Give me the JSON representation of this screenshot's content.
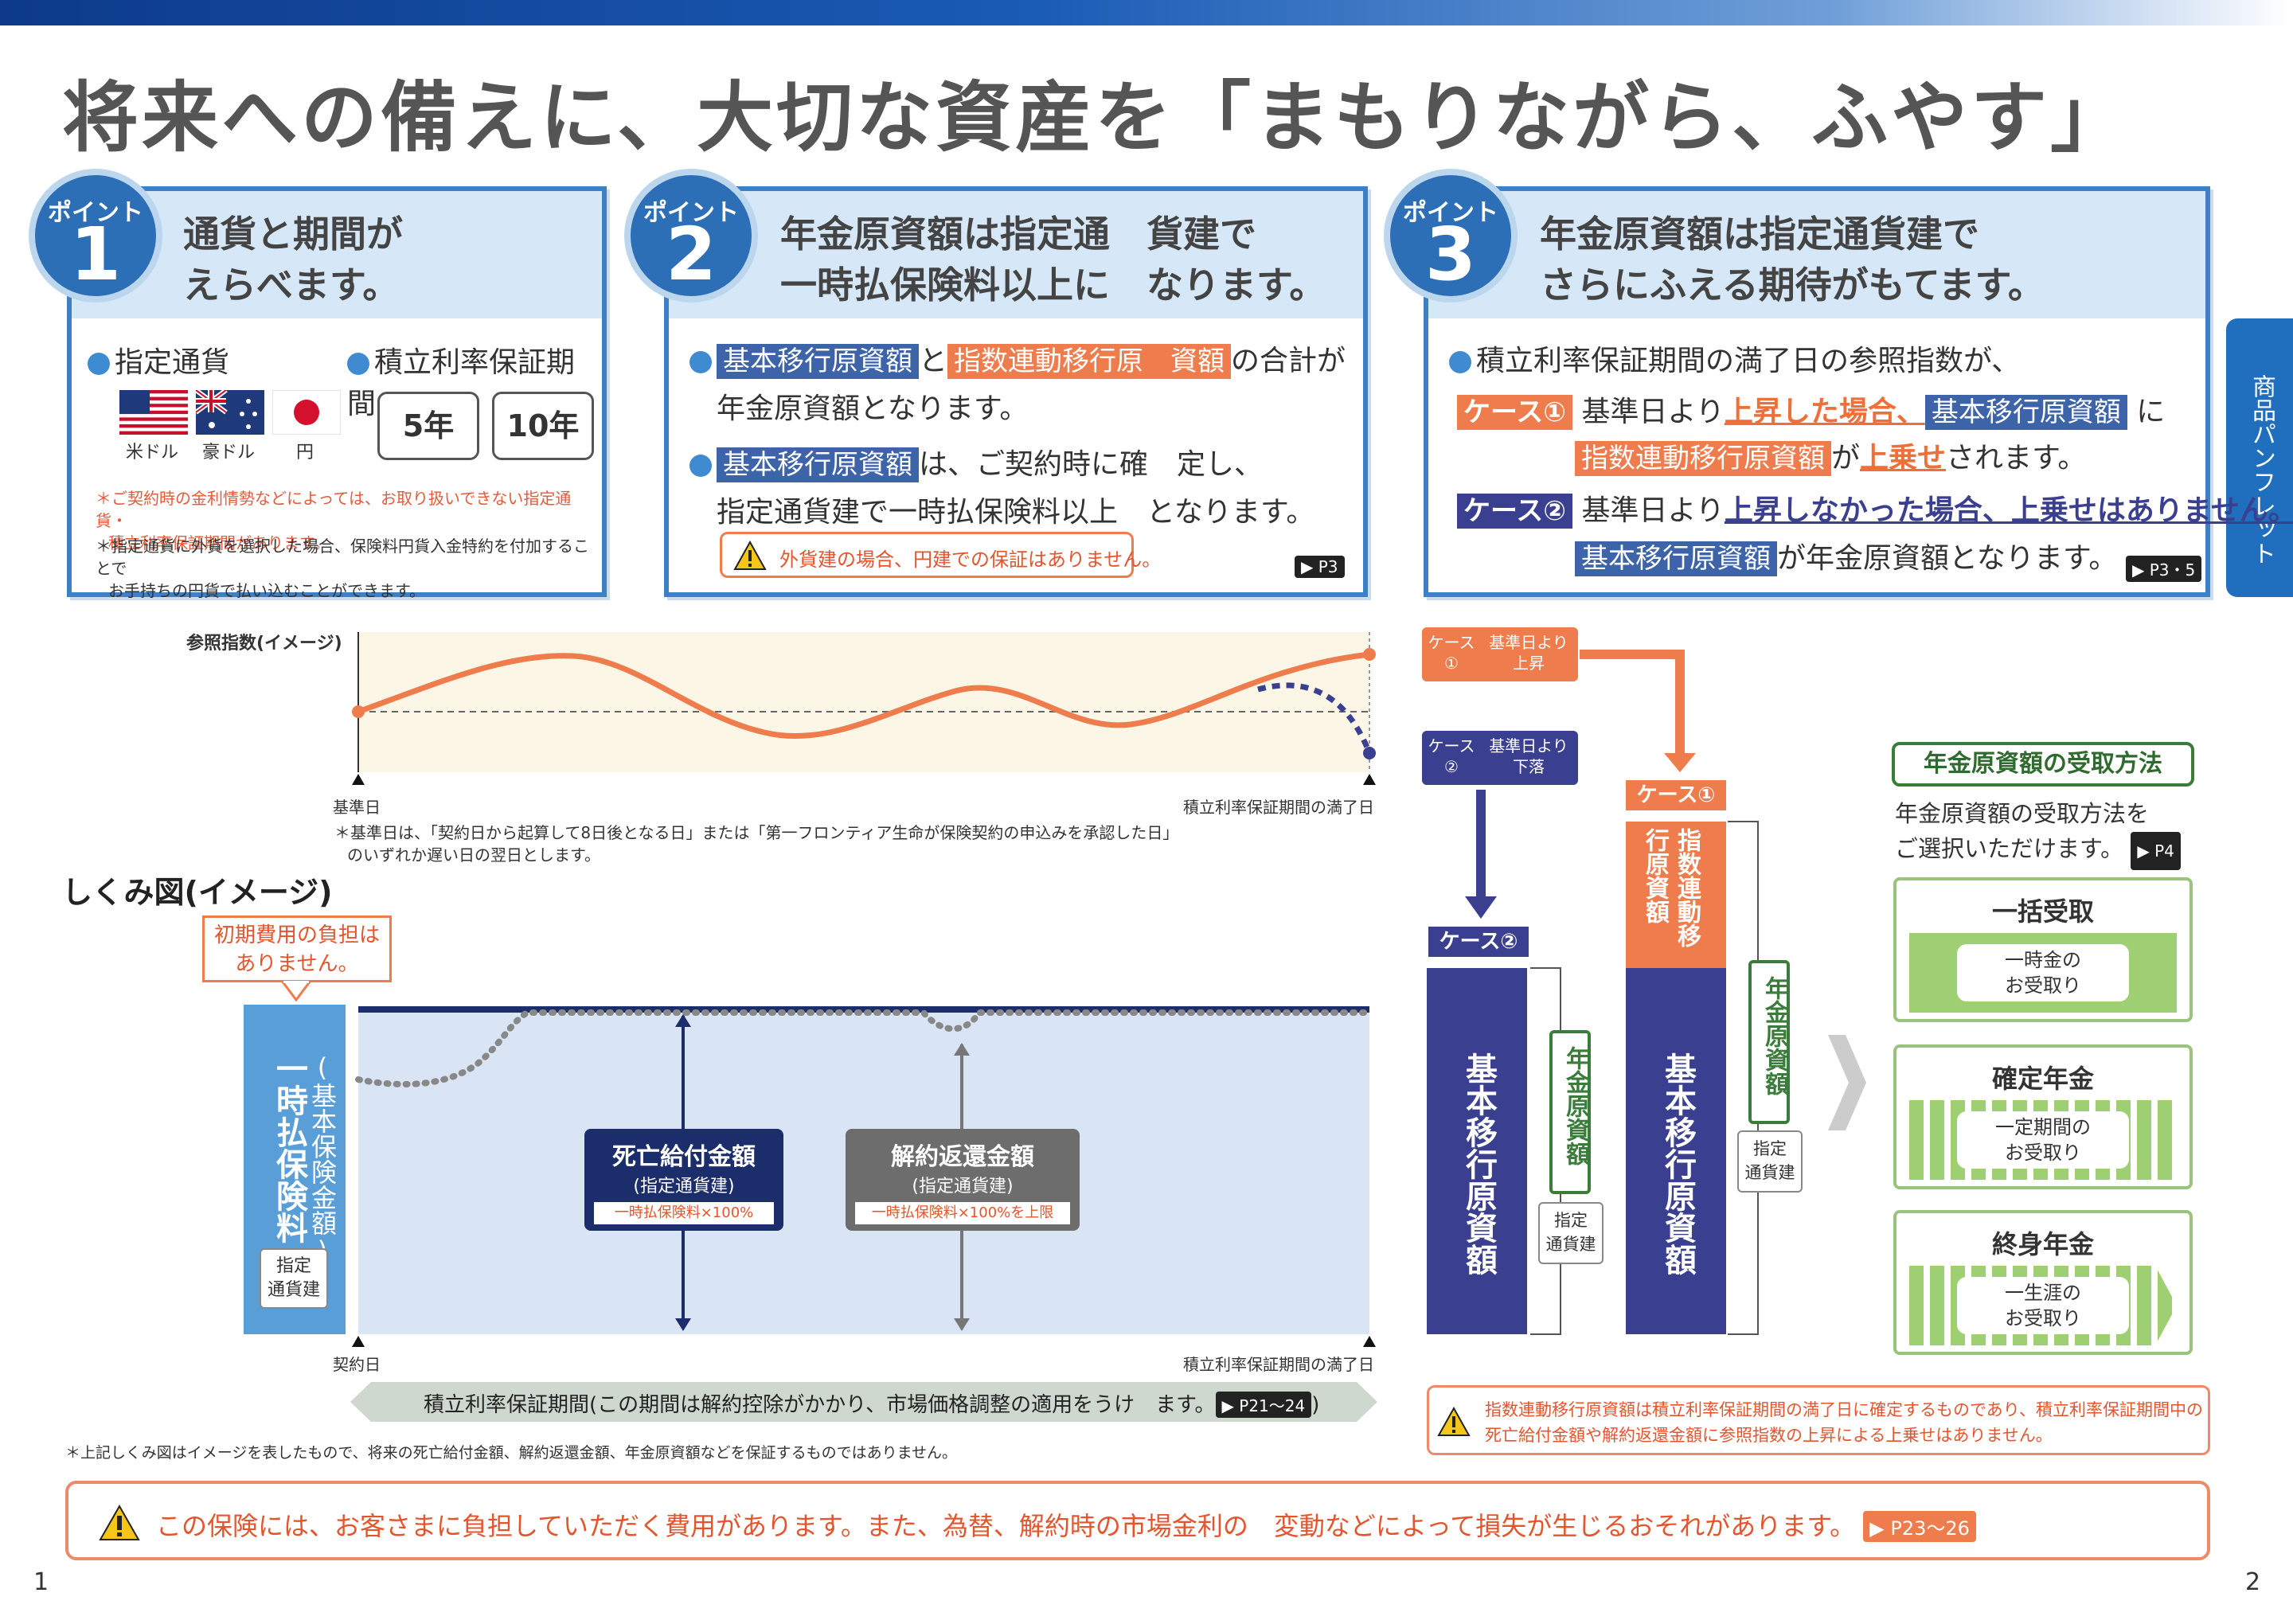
{
  "page": {
    "title": "将来への備えに、大切な資産を「まもりながら、ふやす」",
    "side_tab": "商品パンフレット",
    "page_left": "1",
    "page_right": "2"
  },
  "point1": {
    "badge_label": "ポイント",
    "badge_num": "1",
    "title_line1": "通貨と期間が",
    "title_line2": "えらべます。",
    "currency_heading": "指定通貨",
    "period_heading": "積立利率保証期間",
    "currencies": [
      "米ドル",
      "豪ドル",
      "円"
    ],
    "periods": [
      "5年",
      "10年"
    ],
    "note1_line1": "＊ご契約時の金利情勢などによっては、お取り扱いできない指定通貨・",
    "note1_line2": "積立利率保証期間があります。",
    "note2_line1": "＊指定通貨に外貨を選択した場合、保険料円貨入金特約を付加することで",
    "note2_line2": "お手持ちの円貨で払い込むことができます。"
  },
  "point2": {
    "badge_label": "ポイント",
    "badge_num": "2",
    "title_line1": "年金原資額は指定通　貨建で",
    "title_line2": "一時払保険料以上に　なります。",
    "tag_base": "基本移行原資額",
    "and": "と",
    "tag_index": "指数連動移行原　資額",
    "sum_suffix": "の合計が",
    "line2": "年金原資額となります。",
    "tag_base2": "基本移行原資額",
    "line3_suffix": "は、ご契約時に確　定し、",
    "line4": "指定通貨建で一時払保険料以上　となります。",
    "warning": "外貨建の場合、円建での保証はありません。",
    "ref": "▶ P3"
  },
  "point3": {
    "badge_label": "ポイント",
    "badge_num": "3",
    "title_line1": "年金原資額は指定通貨建で",
    "title_line2": "さらにふえる期待がもてます。",
    "line1": "積立利率保証期間の満了日の参照指数が、",
    "case1": "ケース①",
    "case1_text_a": "基準日より",
    "case1_hl": "上昇した場合、",
    "case1_tag": "基本移行原資額",
    "case1_text_b": "に",
    "case1_tag2": "指数連動移行原資額",
    "case1_text_c": "が",
    "case1_hl2": "上乗せ",
    "case1_text_d": "されます。",
    "case2": "ケース②",
    "case2_text_a": "基準日より",
    "case2_hl": "上昇しなかった場合、上乗せはありません。",
    "case2_tag": "基本移行原資額",
    "case2_text_b": "が年金原資額となります。",
    "ref": "▶ P3・5"
  },
  "index_chart": {
    "ylabel": "参照指数(イメージ)",
    "start_label": "基準日",
    "end_label": "積立利率保証期間の満了日",
    "note_line1": "＊基準日は、「契約日から起算して8日後となる日」または「第一フロンティア生命が保険契約の申込みを承認した日」",
    "note_line2": "のいずれか遅い日の翌日とします。",
    "case1_box": "ケース\n①",
    "case1_desc": "基準日より\n上昇",
    "case2_box": "ケース\n②",
    "case2_desc": "基準日より\n下落"
  },
  "mechanism": {
    "heading": "しくみ図(イメージ)",
    "no_fee_line1": "初期費用の負担は",
    "no_fee_line2": "ありません。",
    "premium_vertical": "一時払保険料",
    "premium_sub_vertical": "(基本保険金額)",
    "currency_small": "指定\n通貨建",
    "death_title": "死亡給付金額",
    "death_sub": "(指定通貨建)",
    "death_tag": "一時払保険料×100%",
    "surrender_title": "解約返還金額",
    "surrender_sub": "(指定通貨建)",
    "surrender_tag": "一時払保険料×100%を上限",
    "start_label": "契約日",
    "end_label": "積立利率保証期間の満了日",
    "period_bar": "積立利率保証期間(この期間は解約控除がかかり、市場価格調整の適用をうけ　ます。",
    "period_ref": "▶ P21〜24",
    "period_close": ")",
    "footnote": "＊上記しくみ図はイメージを表したもので、将来の死亡給付金額、解約返還金額、年金原資額などを保証するものではありません。"
  },
  "cases": {
    "case1_label": "ケース①",
    "case2_label": "ケース②",
    "index_vertical": "指数連動移行原資額",
    "base_vertical": "基本移行原資額",
    "annuity_vertical": "年金原資額",
    "currency_small": "指定\n通貨建",
    "warn_line1": "指数連動移行原資額は積立利率保証期間の満了日に確定するものであり、積立利率保証期間中の",
    "warn_line2": "死亡給付金額や解約返還金額に参照指数の上昇による上乗せはありません。"
  },
  "receive": {
    "heading": "年金原資額の受取方法",
    "desc_line1": "年金原資額の受取方法を",
    "desc_line2": "ご選択いただけます。",
    "ref": "▶ P4",
    "options": [
      {
        "title": "一括受取",
        "line1": "一時金の",
        "line2": "お受取り"
      },
      {
        "title": "確定年金",
        "line1": "一定期間の",
        "line2": "お受取り"
      },
      {
        "title": "終身年金",
        "line1": "一生涯の",
        "line2": "お受取り"
      }
    ]
  },
  "bottom_warning": {
    "text": "この保険には、お客さまに負担していただく費用があります。また、為替、解約時の市場金利の　変動などによって損失が生じるおそれがあります。",
    "ref": "▶ P23〜26"
  },
  "colors": {
    "blue": "#2c6fb7",
    "orange": "#ee7c4c",
    "navy": "#3a3f8f",
    "green": "#3a7d3a"
  }
}
